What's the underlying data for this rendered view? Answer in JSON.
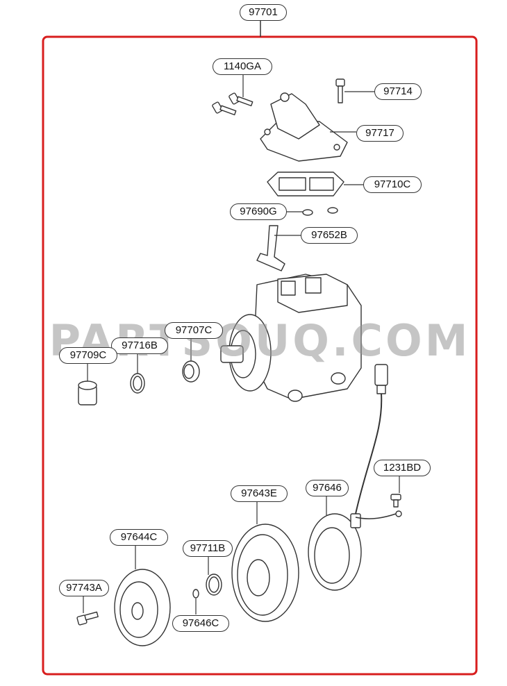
{
  "diagram": {
    "assembly_label": "97701",
    "frame_color": "#d81e1e",
    "watermark": "PARTSOUQ.COM",
    "parts": [
      {
        "id": "1140GA"
      },
      {
        "id": "97714"
      },
      {
        "id": "97717"
      },
      {
        "id": "97710C"
      },
      {
        "id": "97690G"
      },
      {
        "id": "97652B"
      },
      {
        "id": "97707C"
      },
      {
        "id": "97716B"
      },
      {
        "id": "97709C"
      },
      {
        "id": "1231BD"
      },
      {
        "id": "97646"
      },
      {
        "id": "97643E"
      },
      {
        "id": "97644C"
      },
      {
        "id": "97711B"
      },
      {
        "id": "97743A"
      },
      {
        "id": "97646C"
      }
    ]
  }
}
